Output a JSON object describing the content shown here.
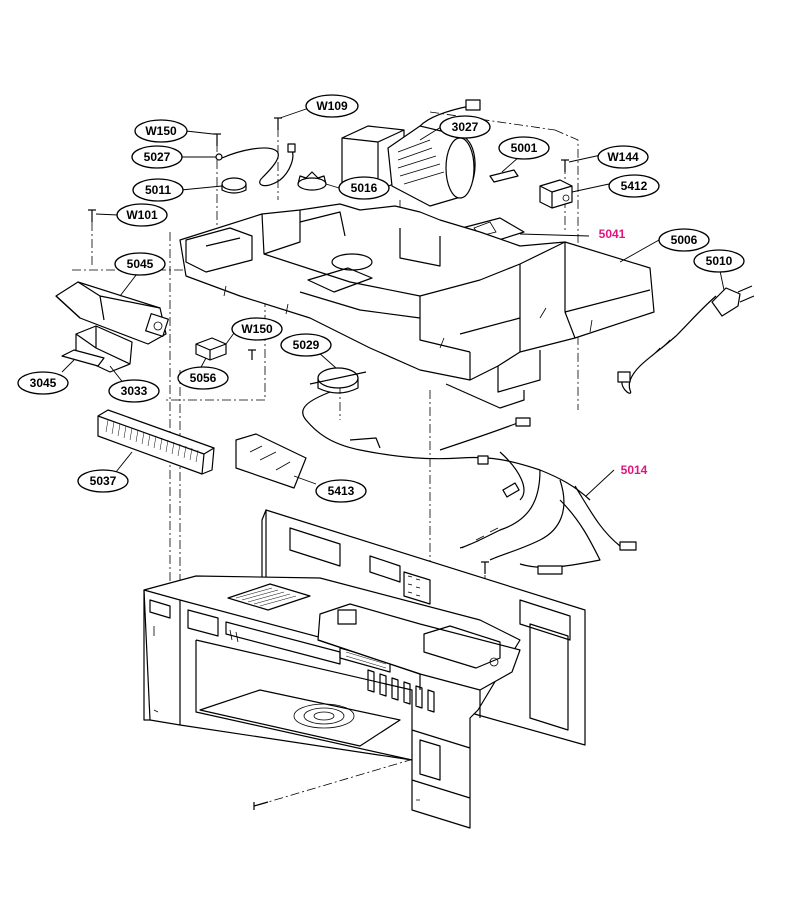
{
  "callouts": {
    "w109": "W109",
    "w150a": "W150",
    "c5027": "5027",
    "c3027": "3027",
    "c5001": "5001",
    "w144": "W144",
    "c5011": "5011",
    "c5016": "5016",
    "c5412": "5412",
    "w101": "W101",
    "c5041": "5041",
    "c5006": "5006",
    "c5045": "5045",
    "c5010": "5010",
    "w150b": "W150",
    "c5029": "5029",
    "c3045": "3045",
    "c3033": "3033",
    "c5056": "5056",
    "c5014": "5014",
    "c5037": "5037",
    "c5413": "5413"
  },
  "colors": {
    "highlight": "#e0147c",
    "ink": "#000000"
  }
}
